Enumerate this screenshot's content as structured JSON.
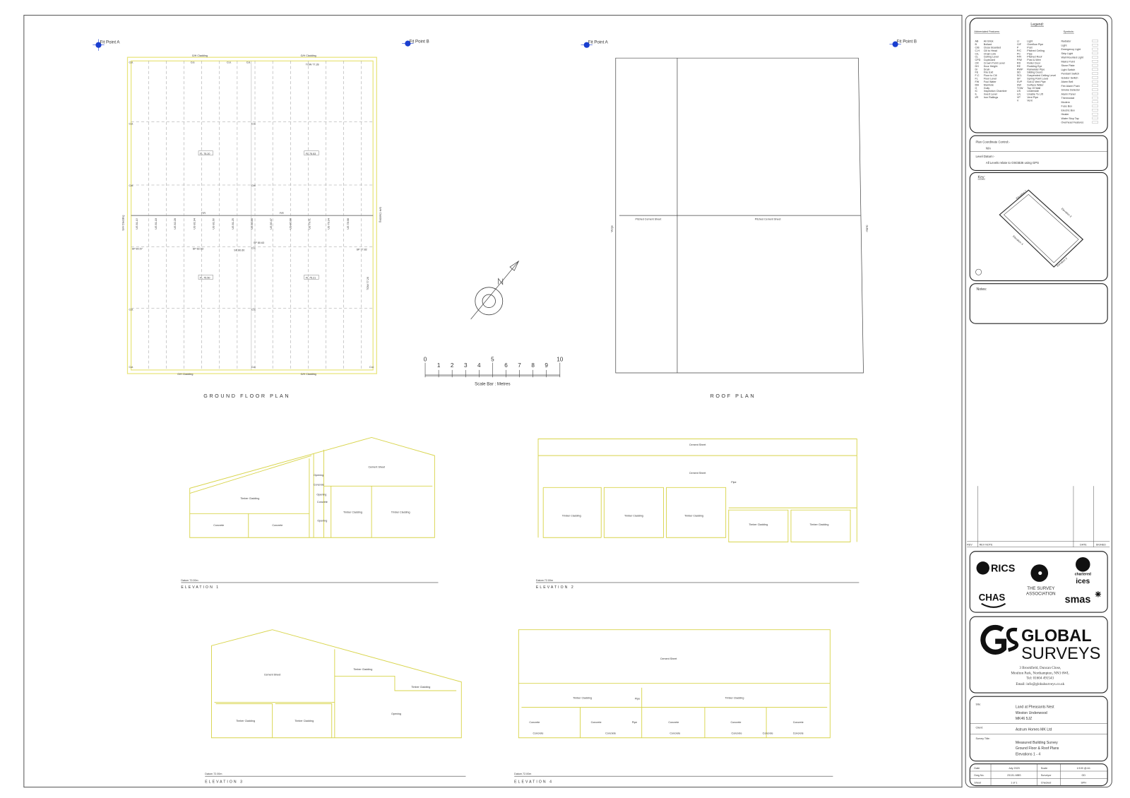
{
  "markers": [
    "Fit Point A",
    "Fit Point B",
    "Fit Point A",
    "Fit Point B"
  ],
  "ground_plan": {
    "title": "GROUND FLOOR PLAN",
    "top_labels": [
      "G/H Cladding",
      "G/H Cladding"
    ],
    "bottom_labels": [
      "G/H Cladding",
      "G/H Cladding"
    ],
    "side_labels": [
      "G/H Cladding",
      "G/H Cladding"
    ],
    "floor_levels": [
      "FL 75.20",
      "FL 75.53",
      "FL 75.50",
      "FL 75.21"
    ],
    "tow": "TOW 77.28",
    "tow2": "TOW 77.26",
    "spring_points": [
      "SP 80.57",
      "SP 82.53",
      "SP 80.60",
      "SP 80.63",
      "SP 77.82"
    ],
    "col": "Col.",
    "underside": [
      "US 81.10",
      "US 81.18",
      "US 82.28",
      "US 81.94",
      "US 81.60",
      "US 81.25",
      "US 80.86",
      "US 80.47",
      "US 80.08",
      "US 79.71",
      "US 79.34",
      "US 78.98"
    ],
    "fr": "F/R"
  },
  "roof_plan": {
    "title": "ROOF PLAN",
    "labels": [
      "Pitched Cement Sheet",
      "Pitched Cement Sheet"
    ],
    "gutter": "Gutter",
    "verge": "Verge"
  },
  "scale_bar": {
    "ticks": [
      "0",
      "1",
      "2",
      "3",
      "4",
      "5",
      "6",
      "7",
      "8",
      "9",
      "10"
    ],
    "caption": "Scale Bar : Metres"
  },
  "elevations": [
    {
      "title": "ELEVATION 1",
      "datum": "Datum 72.00m",
      "labels": [
        "Timber Cladding",
        "Concrete",
        "Concrete",
        "Cement Sheet",
        "Opening",
        "Concrete",
        "Opening",
        "Concrete",
        "Opening",
        "Timber Cladding",
        "Timber Cladding"
      ]
    },
    {
      "title": "ELEVATION 2",
      "datum": "Datum 72.00m",
      "labels": [
        "Cement Sheet",
        "Cement Sheet",
        "Pipe",
        "Timber Cladding",
        "Timber Cladding",
        "Timber Cladding",
        "Timber Cladding",
        "Timber Cladding"
      ]
    },
    {
      "title": "ELEVATION 3",
      "datum": "Datum 72.00m",
      "labels": [
        "Cement Sheet",
        "Timber Cladding",
        "Timber Cladding",
        "Opening",
        "Timber Cladding",
        "Timber Cladding"
      ]
    },
    {
      "title": "ELEVATION 4",
      "datum": "Datum 72.00m",
      "labels": [
        "Cement Sheet",
        "Timber Cladding",
        "Pipe",
        "Timber Cladding",
        "Concrete",
        "Concrete",
        "Pipe",
        "Concrete",
        "Concrete",
        "Concrete",
        "Concrete",
        "Concrete",
        "Concrete",
        "Concrete",
        "Concrete",
        "Concrete"
      ]
    }
  ],
  "legend": {
    "title": "Legend:",
    "abbr_heading": "Abbreviated Features:",
    "symbols_heading": "Symbols:",
    "abbr1": [
      [
        "AB",
        "Air Brick"
      ],
      [
        "B",
        "Bollard"
      ],
      [
        "C/B",
        "Close Boarded"
      ],
      [
        "C-H",
        "Cill to Head"
      ],
      [
        "C/L",
        "Chain Link"
      ],
      [
        "CL",
        "Ceiling Level"
      ],
      [
        "CPD",
        "Cupboard"
      ],
      [
        "CR",
        "Crown Point Level"
      ],
      [
        "DH",
        "Door Height"
      ],
      [
        "Dr",
        "Drain"
      ],
      [
        "FE",
        "Fire Exit"
      ],
      [
        "F-C",
        "Floor to Cill"
      ],
      [
        "FL",
        "Floor Level"
      ],
      [
        "FW",
        "Foul Water"
      ],
      [
        "MH",
        "Manhole"
      ],
      [
        "G",
        "Gully"
      ],
      [
        "IC",
        "Inspection Chamber"
      ],
      [
        "IL",
        "Invert Level"
      ],
      [
        "I/R",
        "Iron Railings"
      ]
    ],
    "abbr2": [
      [
        "Lt",
        "Light"
      ],
      [
        "O/F",
        "Overflow Pipe"
      ],
      [
        "P",
        "Post"
      ],
      [
        "P/C",
        "Pitched Ceiling"
      ],
      [
        "PC",
        "Pipe"
      ],
      [
        "P/R",
        "Pitched Roof"
      ],
      [
        "P/W",
        "Post & Wire"
      ],
      [
        "RD",
        "Roller Door"
      ],
      [
        "RE",
        "Rodding Eye"
      ],
      [
        "RWP",
        "Rainwater Pipe"
      ],
      [
        "SD",
        "Sliding Doors"
      ],
      [
        "SCL",
        "Suspended Ceiling Level"
      ],
      [
        "SP",
        "Spring Point Level"
      ],
      [
        "SVP",
        "Soil & Vent Pipe"
      ],
      [
        "SW",
        "Surface Water"
      ],
      [
        "TOW",
        "Top Of Wall"
      ],
      [
        "US",
        "Underside"
      ],
      [
        "U/L",
        "Unable To Lift"
      ],
      [
        "VP",
        "Vent Pipe"
      ],
      [
        "V",
        "Vent"
      ]
    ],
    "symbols": [
      "Radiator",
      "Light",
      "Emergency Light",
      "Strip Light",
      "Wall Mounted Light",
      "Mains Point",
      "Stone Plate",
      "Light Switch",
      "Pendant Switch",
      "Isolator Switch",
      "Alarm Bell",
      "Fire Alarm Push",
      "Smoke Detector",
      "Alarm Panel",
      "Thermostat",
      "Modem",
      "Fuse Box",
      "Electric Box",
      "Heater",
      "Water Stop Tap",
      "Overhead Features"
    ]
  },
  "control": {
    "plan_label": "Plan Coordinate Control:-",
    "plan_value": "N/A",
    "level_label": "Level Datum:-",
    "level_value": "All Levels relate to OSGB36 using GPS"
  },
  "key": {
    "title": "Key:",
    "sides": [
      "Elevation 1",
      "Elevation 2",
      "Elevation 3",
      "Elevation 4"
    ]
  },
  "notes": {
    "title": "Notes:"
  },
  "revisions": {
    "headers": [
      "REV",
      "REV NOTE",
      "DATE",
      "SIGNED"
    ]
  },
  "accreditations": [
    "RICS",
    "THE SURVEY",
    "ASSOCIATION",
    "CHAS",
    "chartered",
    "ices",
    "smas"
  ],
  "company": {
    "name1": "GLOBAL",
    "name2": "SURVEYS",
    "address1": "3 Brookfield, Duncan Close,",
    "address2": "Moulton Park, Northampton, NN3 6WL",
    "tel": "Tel: 01604 491543",
    "email": "Email: info@globalsurveys.co.uk"
  },
  "project": {
    "site_label": "Site:",
    "site": [
      "Land at Pheasants Nest",
      "Weston Underwood",
      "MK46 5JZ"
    ],
    "client_label": "Client:",
    "client": "Astrum Homes MK Ltd",
    "title_label": "Survey Title:",
    "title": [
      "Measured Building Survey",
      "Ground Floor & Roof Plans",
      "Elevations 1 - 4"
    ]
  },
  "meta": {
    "date_label": "Date",
    "date": "July 2023",
    "dwg_label": "Dwg No.",
    "dwg": "23131-MBS",
    "sheet_label": "Sheet",
    "sheet": "1 of 1",
    "scale_label": "Scale",
    "scale": "1/100 @ A1",
    "surveyor_label": "Surveyor",
    "surveyor": "GD",
    "checked_label": "Checked",
    "checked": "SPH"
  }
}
